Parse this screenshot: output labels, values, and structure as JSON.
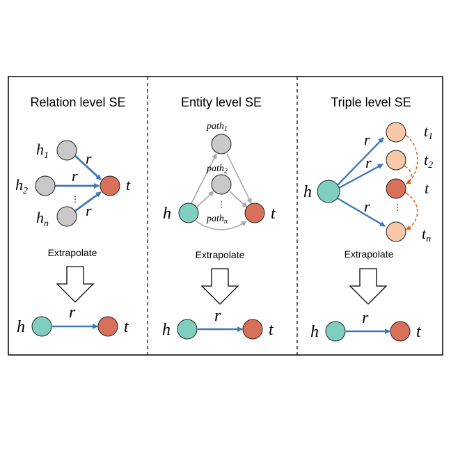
{
  "colors": {
    "head": "#7ecfc0",
    "tail": "#d9705a",
    "neighbor": "#c8c8c8",
    "candidate": "#f8c8a8",
    "blue": "#3d78b8",
    "gray_arrow": "#a8a8a8",
    "orange": "#d0661e"
  },
  "panels": [
    {
      "title": "Relation level SE",
      "extrapolate": "Extrapolate",
      "labels": {
        "h1": "h",
        "h1_sub": "1",
        "h2": "h",
        "h2_sub": "2",
        "hn": "h",
        "hn_sub": "n",
        "t": "t",
        "r1": "r",
        "r2": "r",
        "r3": "r",
        "dots": "⋮"
      },
      "bottom": {
        "h": "h",
        "r": "r",
        "t": "t"
      }
    },
    {
      "title": "Entity level SE",
      "extrapolate": "Extrapolate",
      "labels": {
        "path1": "path",
        "path1_sub": "1",
        "path2": "path",
        "path2_sub": "2",
        "pathn": "path",
        "pathn_sub": "n",
        "h": "h",
        "t": "t",
        "dots": "⋮"
      },
      "bottom": {
        "h": "h",
        "r": "r",
        "t": "t"
      }
    },
    {
      "title": "Triple level SE",
      "extrapolate": "Extrapolate",
      "labels": {
        "h": "h",
        "r1": "r",
        "r2": "r",
        "r3": "r",
        "t1": "t",
        "t1_sub": "1",
        "t2": "t",
        "t2_sub": "2",
        "t": "t",
        "tn": "t",
        "tn_sub": "n",
        "dots": "⋮"
      },
      "bottom": {
        "h": "h",
        "r": "r",
        "t": "t"
      }
    }
  ]
}
